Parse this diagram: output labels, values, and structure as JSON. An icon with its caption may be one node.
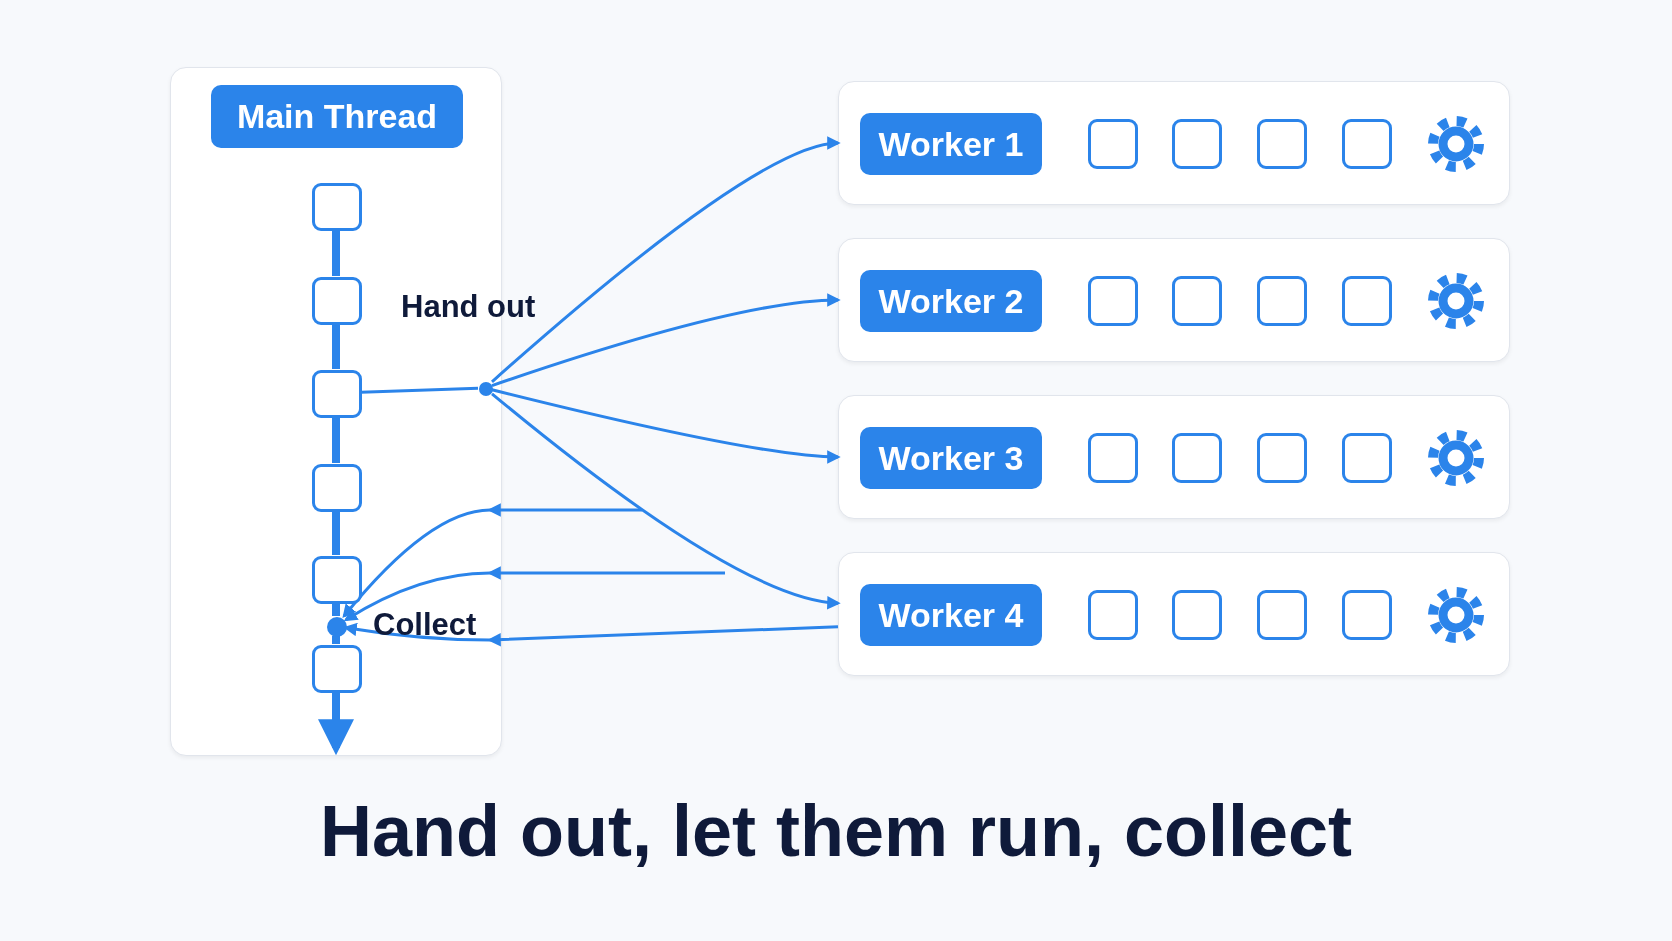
{
  "diagram": {
    "title": "Hand out, let them run, collect",
    "nodes": [
      {
        "text": [
          "Main Thread"
        ]
      },
      {
        "text": [],
        "shape": "box",
        "in": 0
      },
      {
        "text": [],
        "shape": "box",
        "in": 0
      },
      {
        "text": [],
        "shape": "box",
        "in": 0
      },
      {
        "text": [],
        "shape": "box",
        "in": 0
      },
      {
        "text": [],
        "shape": "box",
        "in": 0
      },
      {
        "text": [],
        "shape": "box",
        "in": 0
      },
      {
        "text": [],
        "shape": "circle",
        "in": 0,
        "beside": [
          "Hand out"
        ]
      },
      {
        "text": [],
        "shape": "circle",
        "in": 0,
        "beside": [
          "Collect"
        ]
      },
      {
        "text": [
          "Worker 1"
        ]
      },
      {
        "text": [],
        "shape": "box",
        "in": 9
      },
      {
        "text": [],
        "shape": "box",
        "in": 9
      },
      {
        "text": [],
        "shape": "box",
        "in": 9
      },
      {
        "text": [],
        "shape": "box",
        "in": 9
      },
      {
        "text": [],
        "shape": "gear",
        "in": 9
      },
      {
        "text": [
          "Worker 2"
        ]
      },
      {
        "text": [],
        "shape": "box",
        "in": 15
      },
      {
        "text": [],
        "shape": "box",
        "in": 15
      },
      {
        "text": [],
        "shape": "box",
        "in": 15
      },
      {
        "text": [],
        "shape": "box",
        "in": 15
      },
      {
        "text": [],
        "shape": "gear",
        "in": 15
      },
      {
        "text": [
          "Worker 3"
        ]
      },
      {
        "text": [],
        "shape": "box",
        "in": 21
      },
      {
        "text": [],
        "shape": "box",
        "in": 21
      },
      {
        "text": [],
        "shape": "box",
        "in": 21
      },
      {
        "text": [],
        "shape": "box",
        "in": 21
      },
      {
        "text": [],
        "shape": "gear",
        "in": 21
      },
      {
        "text": [
          "Worker 4"
        ]
      },
      {
        "text": [],
        "shape": "box",
        "in": 27
      },
      {
        "text": [],
        "shape": "box",
        "in": 27
      },
      {
        "text": [],
        "shape": "box",
        "in": 27
      },
      {
        "text": [],
        "shape": "box",
        "in": 27
      },
      {
        "text": [],
        "shape": "gear",
        "in": 27
      }
    ],
    "edges": [
      {
        "from": 1,
        "to": 2,
        "arrow": "none",
        "style": "thick"
      },
      {
        "from": 2,
        "to": 3,
        "arrow": "none",
        "style": "thick"
      },
      {
        "from": 3,
        "to": 4,
        "arrow": "none",
        "style": "thick"
      },
      {
        "from": 4,
        "to": 5,
        "arrow": "none",
        "style": "thick"
      },
      {
        "from": 5,
        "to": 8,
        "arrow": "none",
        "style": "thick"
      },
      {
        "from": 8,
        "to": 6,
        "arrow": "none",
        "style": "thick"
      },
      {
        "from": 6,
        "to": null,
        "arrow": "to",
        "style": "thick"
      },
      {
        "from": 3,
        "to": 7,
        "arrow": "none"
      },
      {
        "from": 7,
        "to": 9,
        "arrow": "to"
      },
      {
        "from": 7,
        "to": 15,
        "arrow": "to"
      },
      {
        "from": 7,
        "to": 21,
        "arrow": "to"
      },
      {
        "from": 7,
        "to": 27,
        "arrow": "to"
      },
      {
        "from": null,
        "to": 8,
        "arrow": "to"
      },
      {
        "from": null,
        "to": 8,
        "arrow": "to"
      },
      {
        "from": 27,
        "to": 8,
        "arrow": "to"
      }
    ]
  }
}
